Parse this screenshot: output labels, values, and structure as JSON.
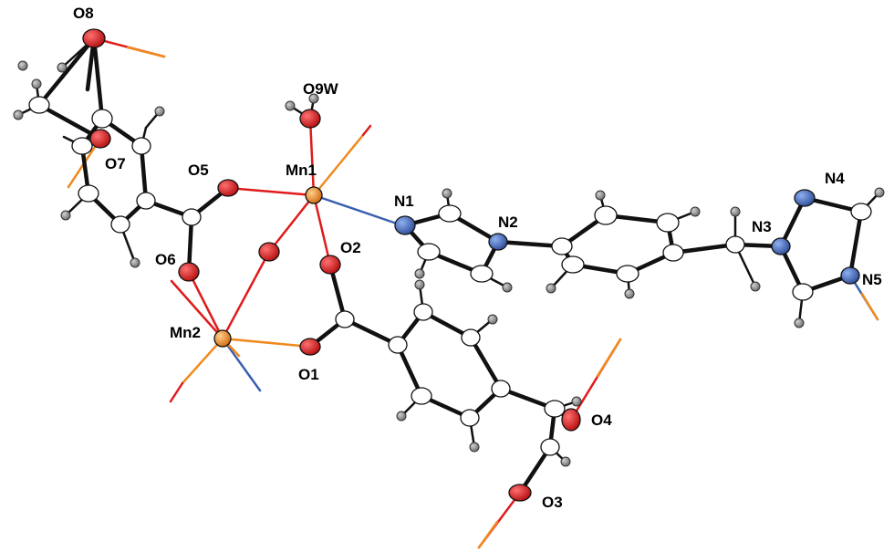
{
  "colors": {
    "background": "#ffffff",
    "bond": "#111111",
    "manganese": "#f08a1e",
    "oxygen": "#e01b1b",
    "nitrogen": "#3a5fb0",
    "carbon": "#ffffff",
    "hydrogen": "#8a8a8a"
  },
  "atom_labels": {
    "O8": "O8",
    "O9W": "O9W",
    "Mn1": "Mn1",
    "O5": "O5",
    "O7": "O7",
    "O6": "O6",
    "O2": "O2",
    "Mn2": "Mn2",
    "O1": "O1",
    "N1": "N1",
    "N2": "N2",
    "N3": "N3",
    "N4": "N4",
    "N5": "N5",
    "O4": "O4",
    "O3": "O3"
  }
}
